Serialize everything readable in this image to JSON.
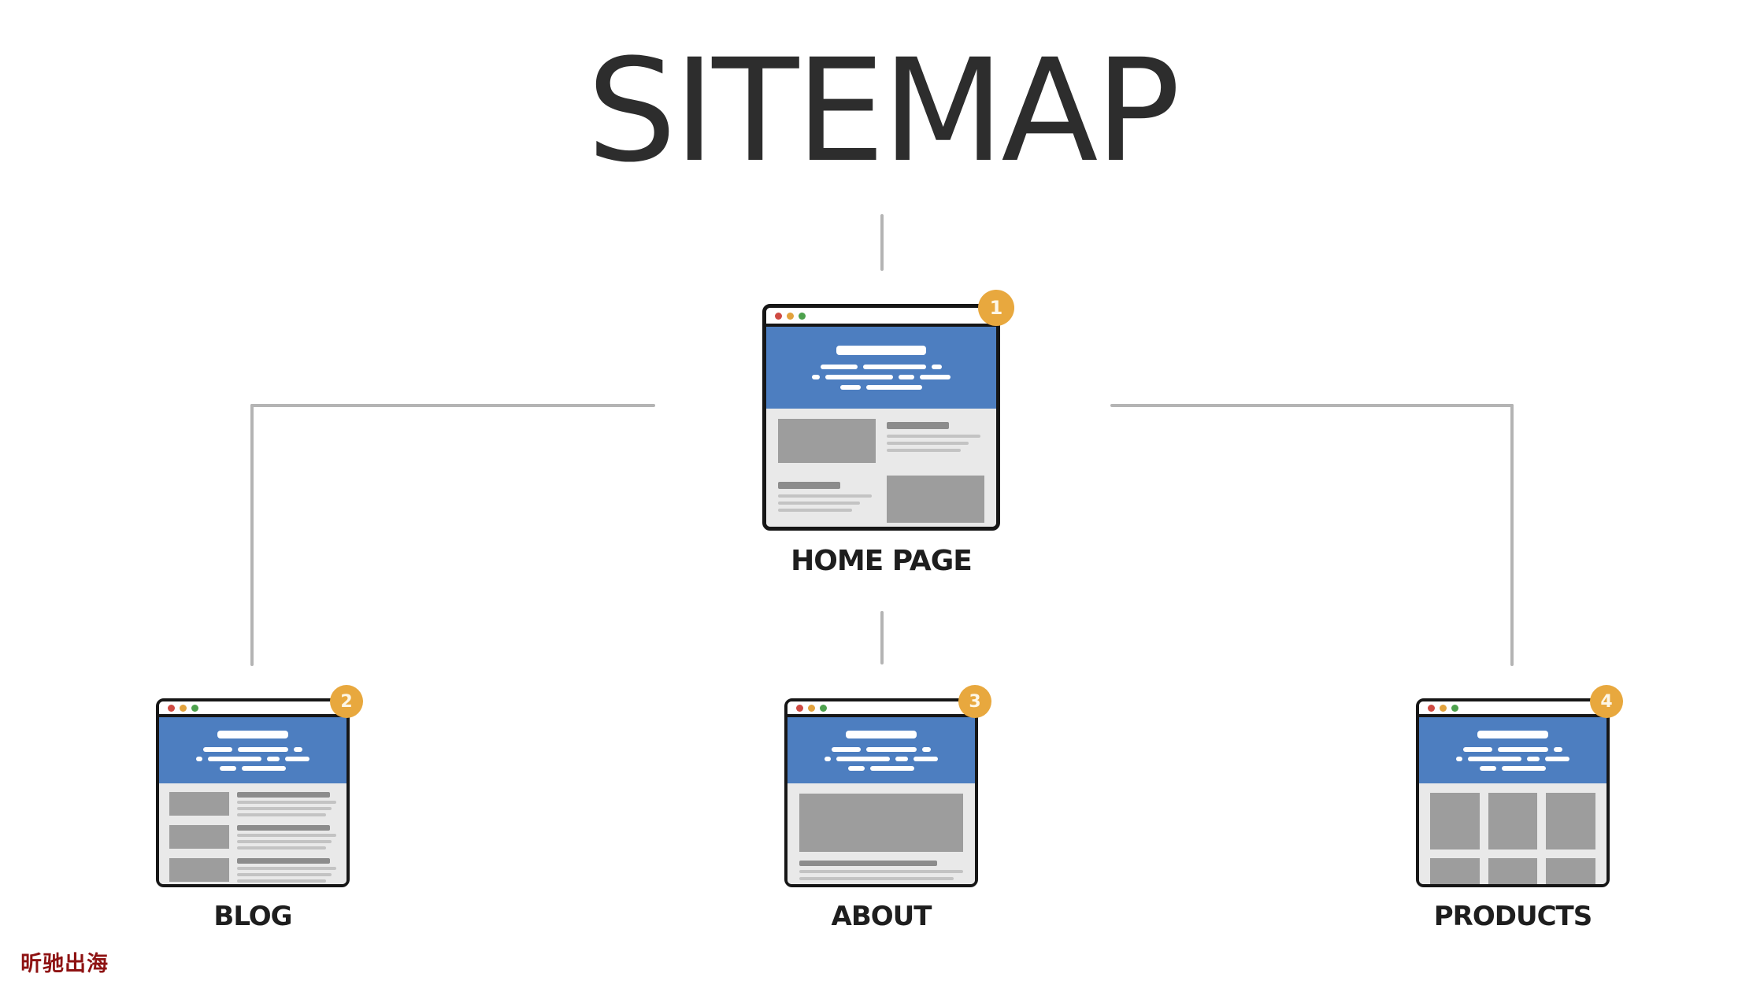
{
  "title": "SITEMAP",
  "watermark": "昕驰出海",
  "colors": {
    "background": "#ffffff",
    "title_text": "#2d2d2d",
    "connector_gray": "#b4b4b4",
    "window_border": "#161616",
    "hero_blue": "#4d7ec0",
    "content_gray": "#e9e9e9",
    "block_gray": "#9d9d9d",
    "heading_bar_gray": "#8c8c8c",
    "text_line_gray": "#c3c3c3",
    "badge_orange": "#e8a83e",
    "dot_red": "#cf4a42",
    "dot_yellow": "#e2a23c",
    "dot_green": "#4da14d",
    "watermark_red": "#8e1212"
  },
  "nodes": {
    "home": {
      "badge": "1",
      "label": "HOME PAGE"
    },
    "blog": {
      "badge": "2",
      "label": "BLOG"
    },
    "about": {
      "badge": "3",
      "label": "ABOUT"
    },
    "products": {
      "badge": "4",
      "label": "PRODUCTS"
    }
  },
  "hierarchy": {
    "root": "HOME PAGE",
    "children": [
      "BLOG",
      "ABOUT",
      "PRODUCTS"
    ]
  }
}
